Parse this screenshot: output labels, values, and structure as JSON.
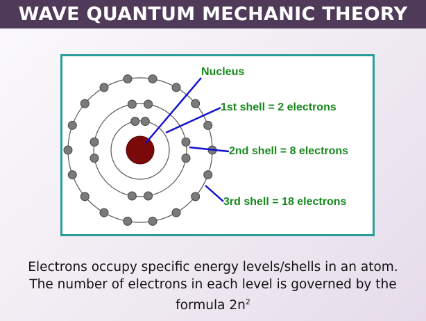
{
  "title": "WAVE QUANTUM MECHANIC THEORY",
  "diagram": {
    "labels": {
      "nucleus": "Nucleus",
      "shell1": "1st shell = 2 electrons",
      "shell2": "2nd shell = 8 electrons",
      "shell3": "3rd shell = 18 electrons"
    },
    "electron_counts": [
      2,
      8,
      18
    ],
    "colors": {
      "nucleus": "#7a0a0a",
      "electron": "#7a7a7a",
      "pointer": "#1010d0",
      "label": "#17891c",
      "border": "#2a9c9a"
    }
  },
  "caption": {
    "line1": "Electrons occupy specific energy levels/shells in an atom.",
    "line2": "The number of electrons in each level is governed by the",
    "line3": "formula 2n",
    "superscript": "2"
  }
}
